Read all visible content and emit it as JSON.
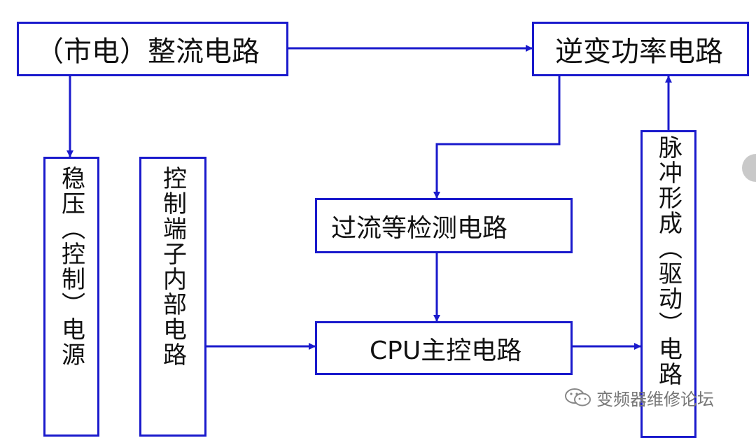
{
  "colors": {
    "line": "#1a1acc",
    "text": "#111111",
    "watermark": "#777777"
  },
  "boxes": {
    "rectifier": "（市电）整流电路",
    "inverter": "逆变功率电路",
    "regulator": "稳压（控制）电源",
    "terminal": "控制端子内部电路",
    "detect": "过流等检测电路",
    "cpu": "CPU主控电路",
    "pulse": "脉冲形成（驱动）电路"
  },
  "watermark": {
    "text": "变频器维修论坛",
    "icon": "wechat-icon"
  }
}
